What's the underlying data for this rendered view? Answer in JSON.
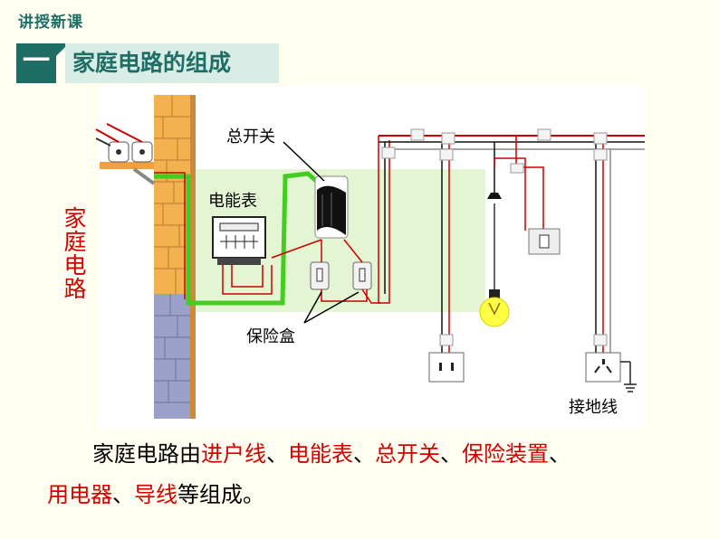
{
  "header": {
    "course_tag": "讲授新课"
  },
  "section": {
    "number": "一",
    "title": "家庭电路的组成"
  },
  "side_label": "家庭电路",
  "diagram": {
    "labels": {
      "main_switch": "总开关",
      "meter": "电能表",
      "fuse_box": "保险盒",
      "ground": "接地线"
    }
  },
  "body": {
    "t1": "家庭电路由",
    "h1": "进户线",
    "s1": "、",
    "h2": "电能表",
    "s2": "、",
    "h3": "总开关",
    "s3": "、",
    "h4": "保险装置",
    "s4": "、",
    "h5": "用电器",
    "s5": "、",
    "h6": "导线",
    "t2": "等组成。"
  }
}
